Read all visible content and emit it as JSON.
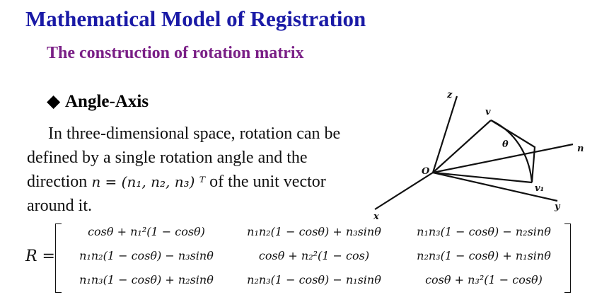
{
  "slide": {
    "title": "Mathematical Model of Registration",
    "subtitle": "The construction of rotation matrix",
    "heading": {
      "bullet": "◆",
      "text": "Angle-Axis"
    },
    "paragraph": {
      "line1": "In three-dimensional space, rotation can be",
      "line2": "defined by a single rotation angle and the",
      "line3_pre": "direction ",
      "line3_math": "n = (n₁, n₂, n₃) ᵀ",
      "line3_post": "of the unit vector",
      "line4": "around it."
    }
  },
  "diagram": {
    "labels": {
      "z": "z",
      "v": "v",
      "theta": "θ",
      "n": "n",
      "o": "O",
      "v1": "v₁",
      "y": "y",
      "x": "x"
    }
  },
  "matrix": {
    "label": "R =",
    "rows": [
      [
        "cosθ + n₁²(1 − cosθ)",
        "n₁n₂(1 − cosθ) + n₃sinθ",
        "n₁n₃(1 − cosθ) − n₂sinθ"
      ],
      [
        "n₁n₂(1 − cosθ) − n₃sinθ",
        "cosθ + n₂²(1 − cos)",
        "n₂n₃(1 − cosθ) + n₁sinθ"
      ],
      [
        "n₁n₃(1 − cosθ) + n₂sinθ",
        "n₂n₃(1 − cosθ) − n₁sinθ",
        "cosθ + n₃²(1 − cosθ)"
      ]
    ]
  },
  "colors": {
    "title": "#1a1aa6",
    "subtitle": "#7a1f86",
    "text": "#111111"
  }
}
